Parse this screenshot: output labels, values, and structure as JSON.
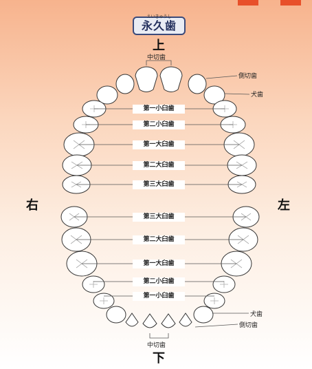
{
  "title": {
    "text": "永久歯",
    "ruby": "えいきゅうし"
  },
  "directions": {
    "upper": "上",
    "lower": "下",
    "right": "右",
    "left": "左"
  },
  "upper": {
    "central_incisor": "中切歯",
    "lateral_incisor": "側切歯",
    "canine": "犬歯",
    "molars": [
      "第一小臼歯",
      "第二小臼歯",
      "第一大臼歯",
      "第二大臼歯",
      "第三大臼歯"
    ]
  },
  "lower": {
    "molars": [
      "第三大臼歯",
      "第二大臼歯",
      "第一大臼歯",
      "第二小臼歯",
      "第一小臼歯"
    ],
    "canine": "犬歯",
    "lateral_incisor": "側切歯",
    "central_incisor": "中切歯"
  },
  "colors": {
    "accent": "#e8502a",
    "title_border": "#3b4a7a",
    "tooth_outline": "#333333"
  }
}
